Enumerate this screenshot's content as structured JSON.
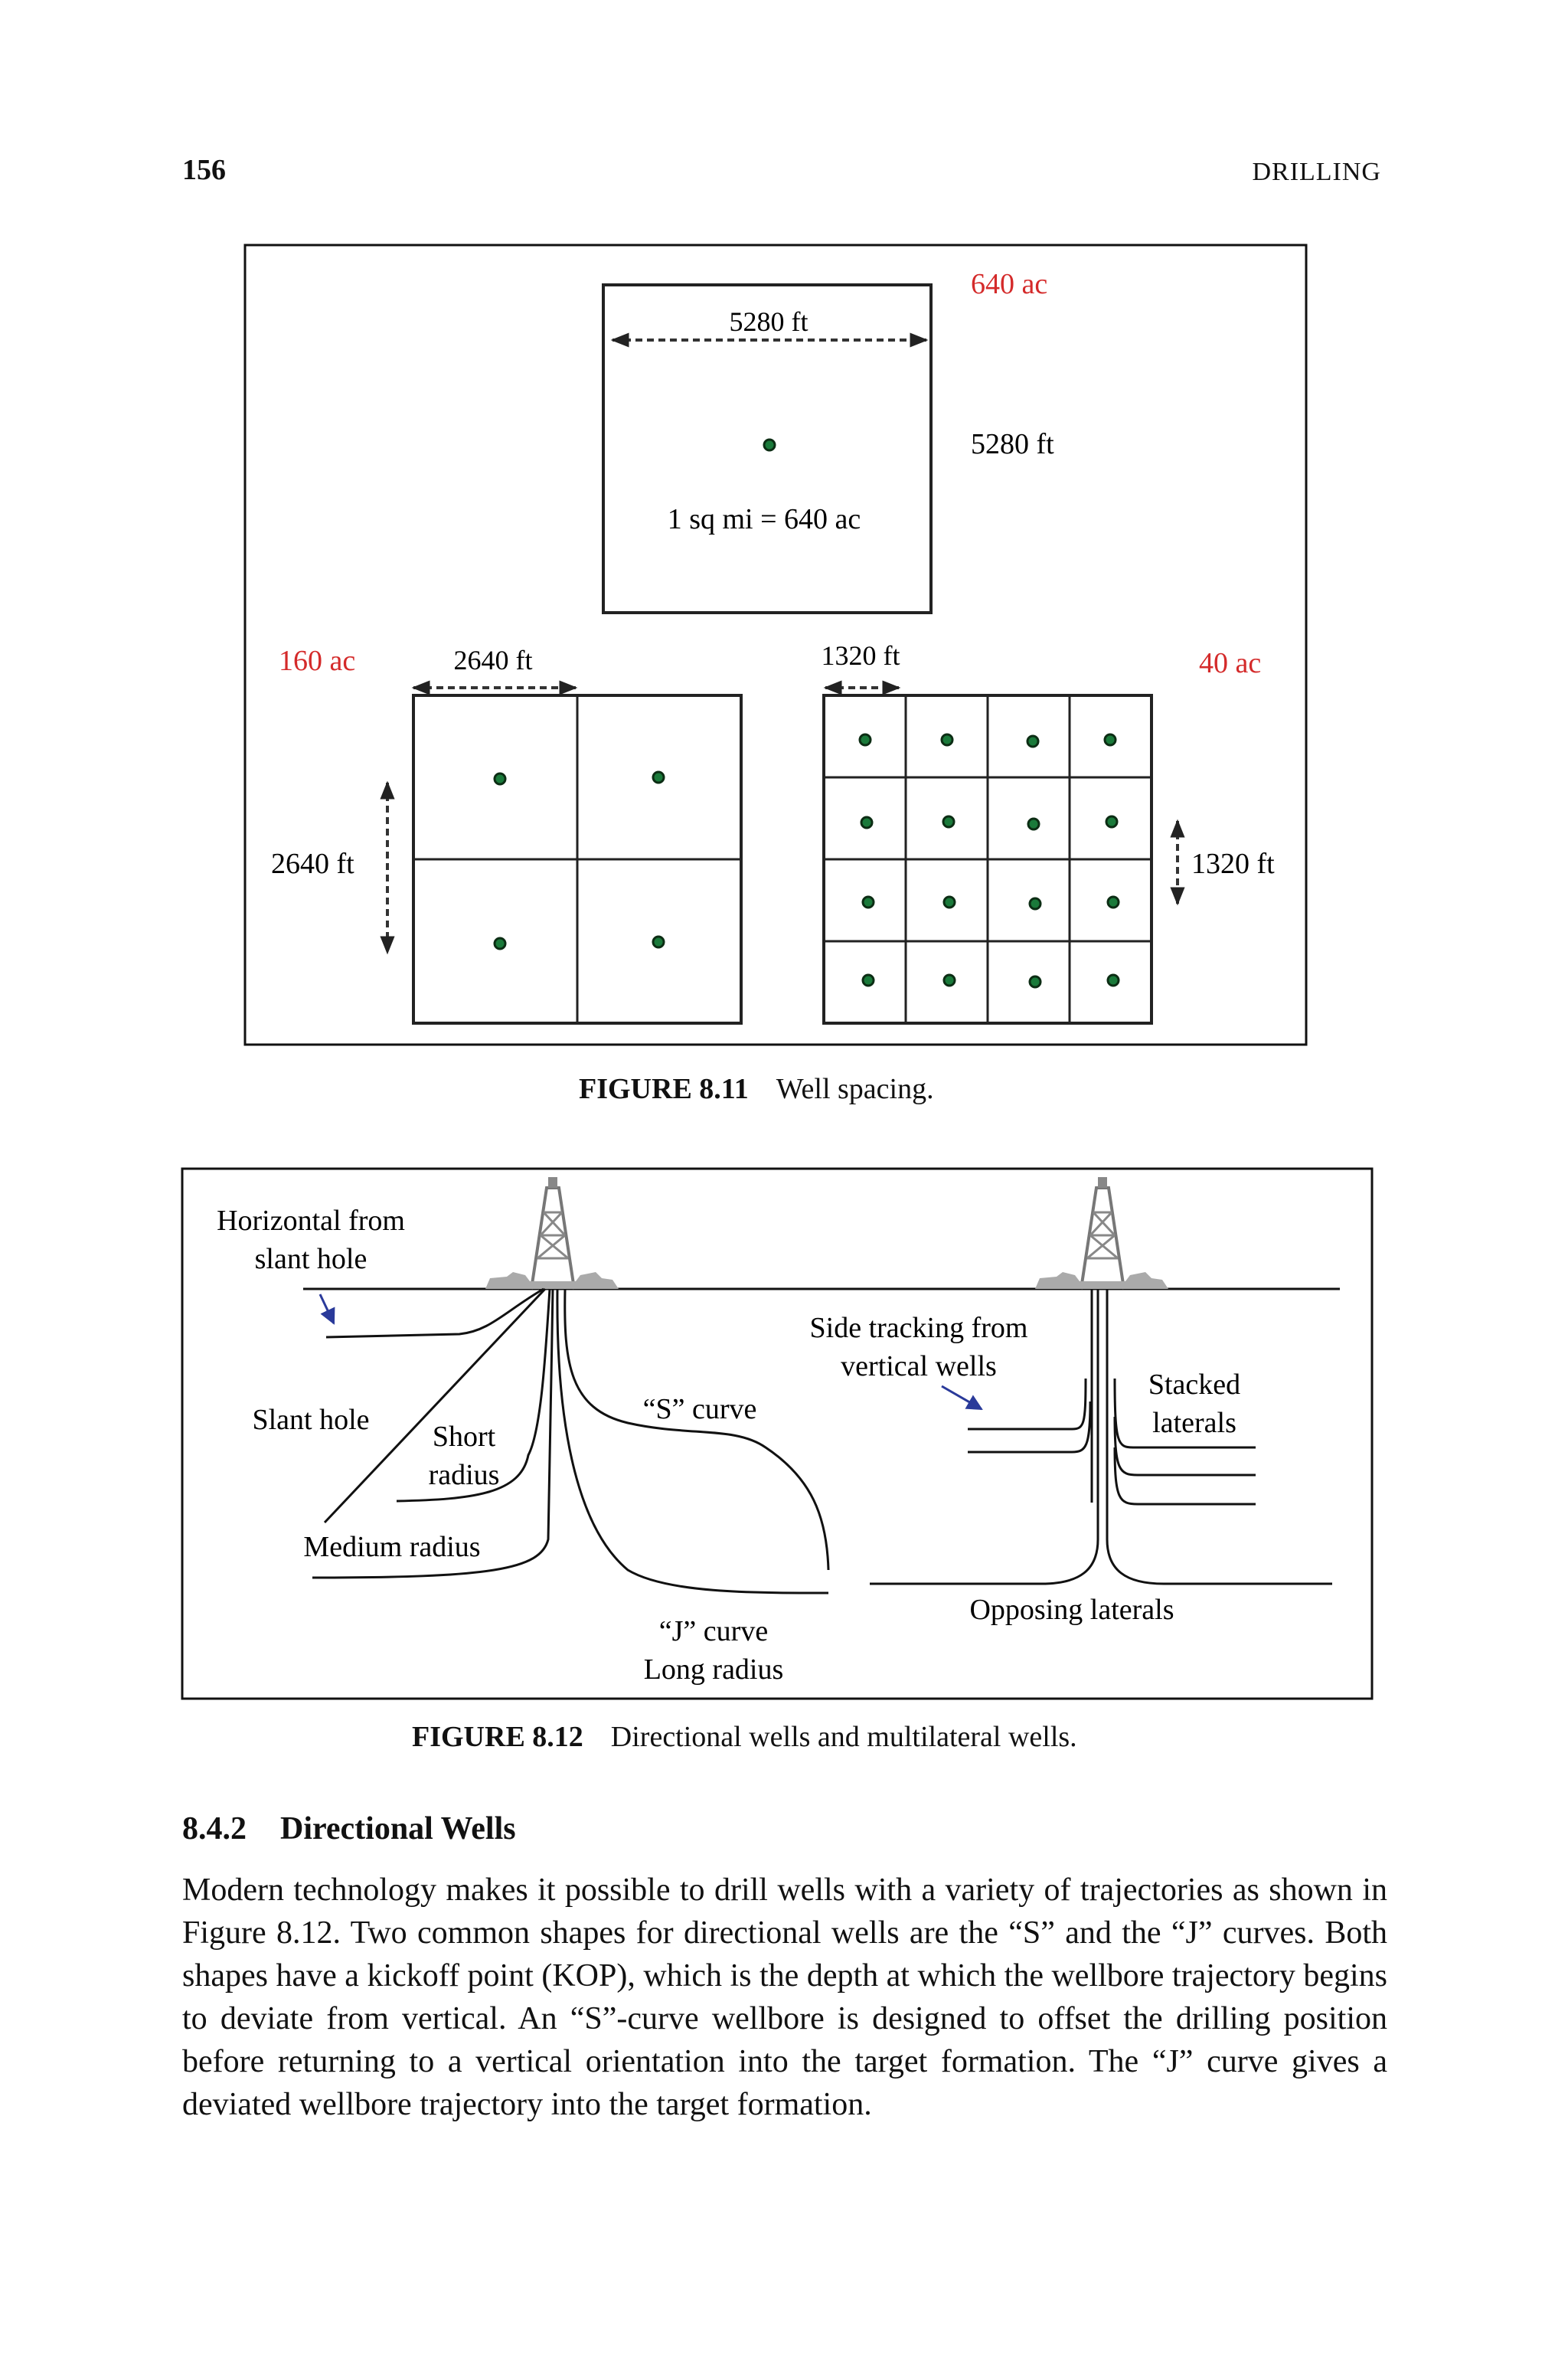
{
  "header": {
    "page_number": "156",
    "running_head": "DRILLING"
  },
  "figure_8_11": {
    "colors": {
      "red_label": "#d42a2a",
      "well_dot": "#1a7a3a"
    },
    "top_area": "640 ac",
    "top_width": "5280 ft",
    "top_height": "5280 ft",
    "top_caption": "1 sq mi = 640 ac",
    "left_area": "160 ac",
    "left_width": "2640 ft",
    "left_height": "2640 ft",
    "right_area": "40 ac",
    "right_width": "1320 ft",
    "right_height": "1320 ft",
    "caption_label": "FIGURE 8.11",
    "caption_text": "Well spacing."
  },
  "figure_8_12": {
    "horizontal_line1": "Horizontal from",
    "horizontal_line2": "slant hole",
    "slant_hole": "Slant hole",
    "short_line1": "Short",
    "short_line2": "radius",
    "medium_radius": "Medium radius",
    "s_curve": "“S” curve",
    "j_curve_line1": "“J” curve",
    "j_curve_line2": "Long radius",
    "side_line1": "Side tracking from",
    "side_line2": "vertical wells",
    "stacked_line1": "Stacked",
    "stacked_line2": "laterals",
    "opposing": "Opposing laterals",
    "caption_label": "FIGURE 8.12",
    "caption_text": "Directional wells and multilateral wells."
  },
  "section": {
    "number": "8.4.2",
    "title": "Directional Wells",
    "paragraph": "Modern technology makes it possible to drill wells with a variety of trajectories as shown in Figure 8.12. Two common shapes for directional wells are the “S” and the “J” curves. Both shapes have a kickoff point (KOP), which is the depth at which the wellbore trajectory begins to deviate from vertical. An “S”-curve wellbore is designed to offset the drilling position before returning to a vertical orientation into the target formation. The “J” curve gives a deviated wellbore trajectory into the target formation."
  }
}
